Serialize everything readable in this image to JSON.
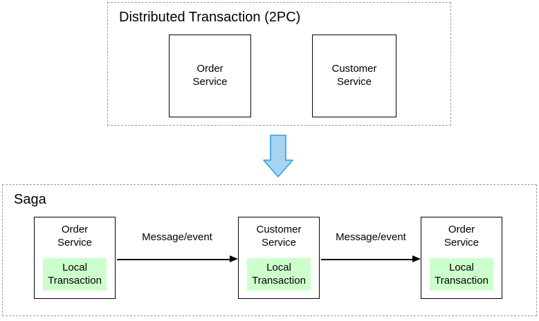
{
  "colors": {
    "local_transaction_fill": "#ccffcc",
    "down_arrow_fill": "#a8d4f2",
    "down_arrow_stroke": "#2e9ce1"
  },
  "two_pc": {
    "title": "Distributed Transaction (2PC)",
    "services": [
      {
        "label": "Order\nService"
      },
      {
        "label": "Customer\nService"
      }
    ]
  },
  "saga": {
    "title": "Saga",
    "services": [
      {
        "label": "Order\nService",
        "local_transaction": "Local\nTransaction"
      },
      {
        "label": "Customer\nService",
        "local_transaction": "Local\nTransaction"
      },
      {
        "label": "Order\nService",
        "local_transaction": "Local\nTransaction"
      }
    ],
    "edges": [
      {
        "label": "Message/event"
      },
      {
        "label": "Message/event"
      }
    ]
  }
}
